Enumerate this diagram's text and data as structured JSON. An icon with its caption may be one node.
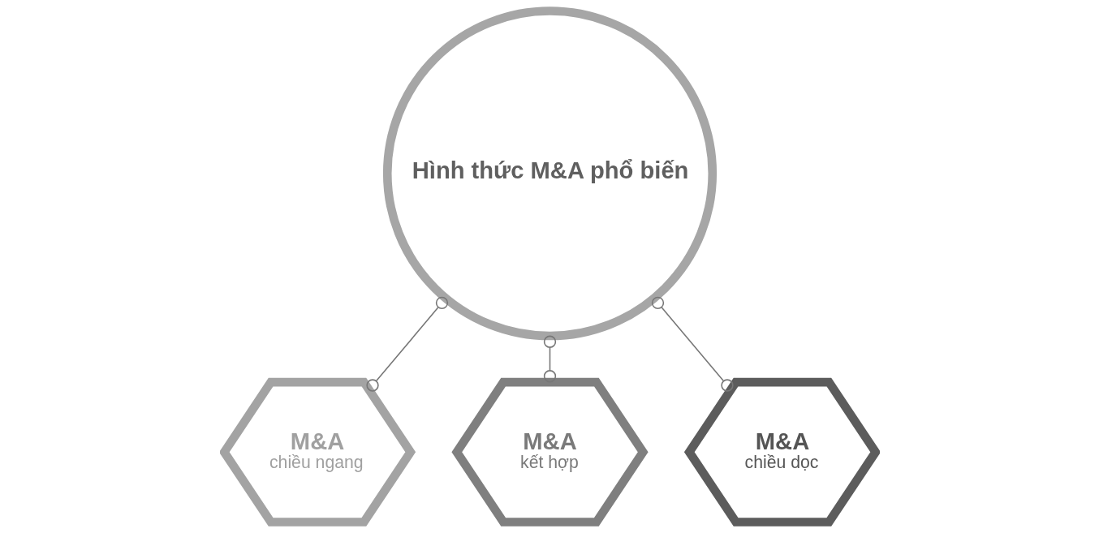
{
  "diagram": {
    "nodes": [
      {
        "text": [
          "Hình thức M&A phổ biến"
        ]
      },
      {
        "text": [
          "M&A",
          "chiều ngang"
        ]
      },
      {
        "text": [
          "M&A",
          "kết hợp"
        ]
      },
      {
        "text": [
          "M&A",
          "chiều dọc"
        ]
      }
    ],
    "edges": [
      {
        "from": 0,
        "to": 1,
        "arrow": "other"
      },
      {
        "from": 0,
        "to": 2,
        "arrow": "other"
      },
      {
        "from": 0,
        "to": 3,
        "arrow": "other"
      }
    ]
  }
}
